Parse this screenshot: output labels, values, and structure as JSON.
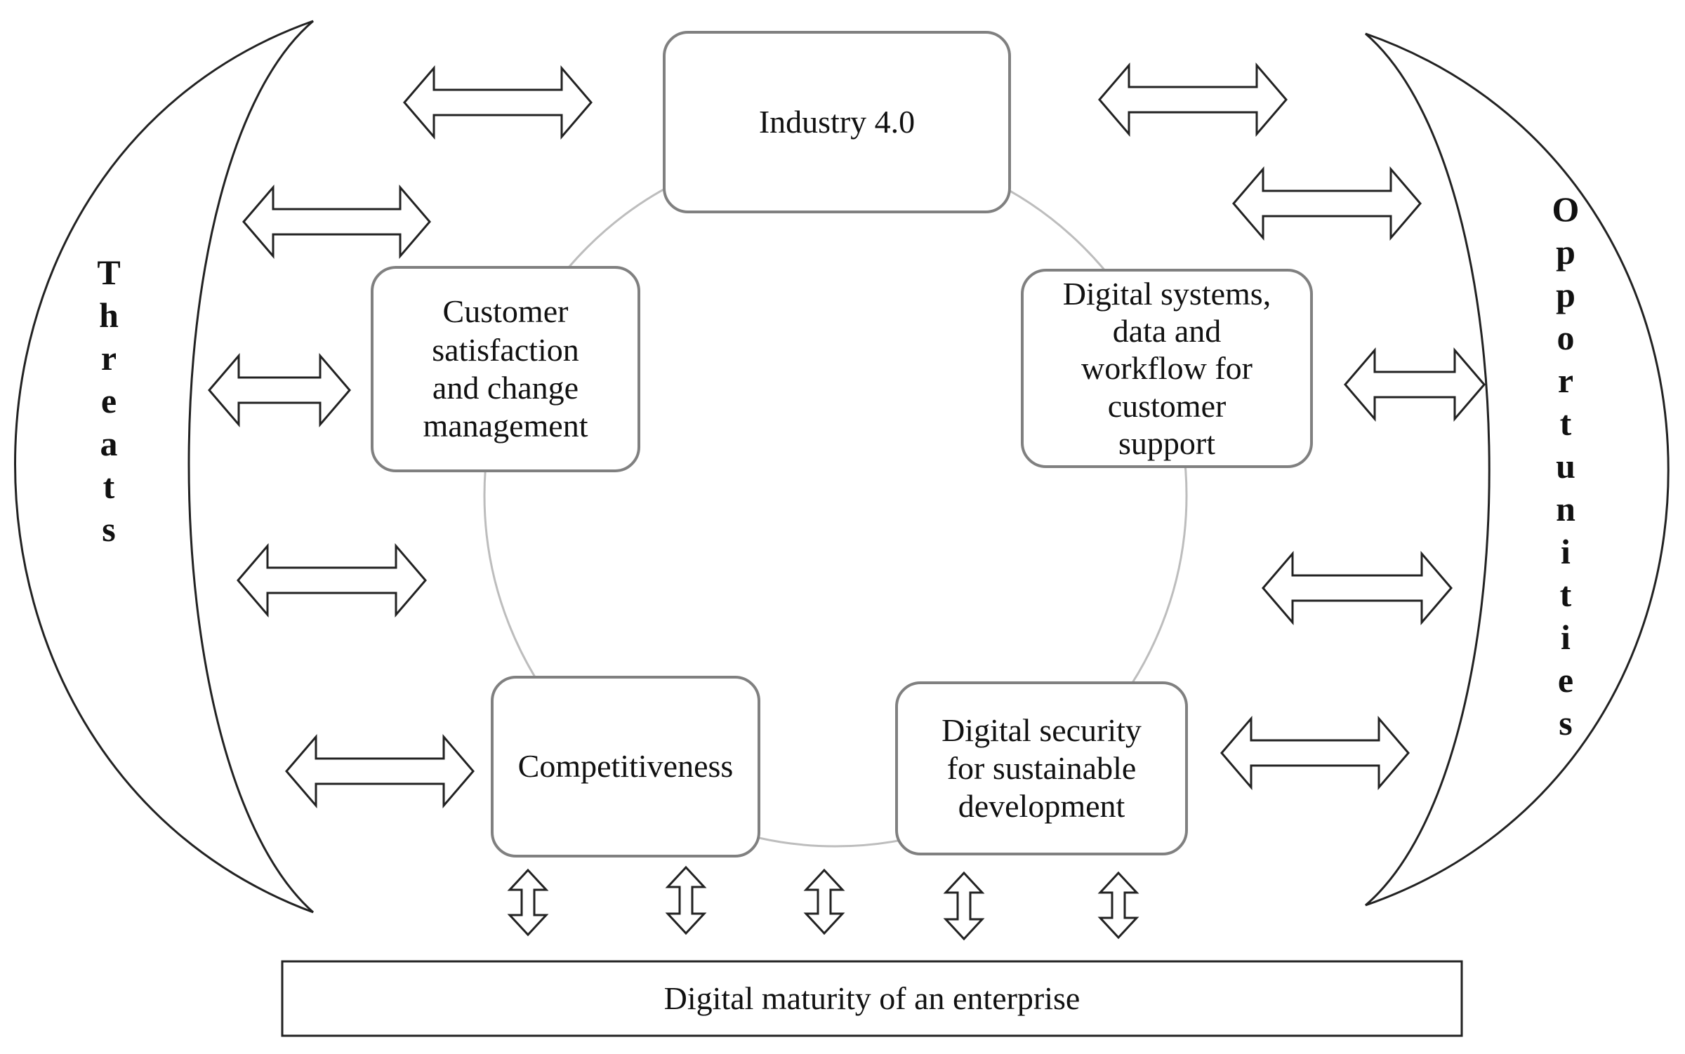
{
  "nodes": {
    "industry": "Industry 4.0",
    "digital_systems": [
      "Digital systems,",
      "data and",
      "workflow for",
      "customer",
      "support"
    ],
    "customer": [
      "Customer",
      "satisfaction",
      "and change",
      "management"
    ],
    "competitiveness": "Competitiveness",
    "security": [
      "Digital security",
      "for sustainable",
      "development"
    ],
    "maturity": "Digital maturity of an enterprise"
  },
  "sides": {
    "threats": "Threats",
    "opportunities": "Opportunities"
  }
}
